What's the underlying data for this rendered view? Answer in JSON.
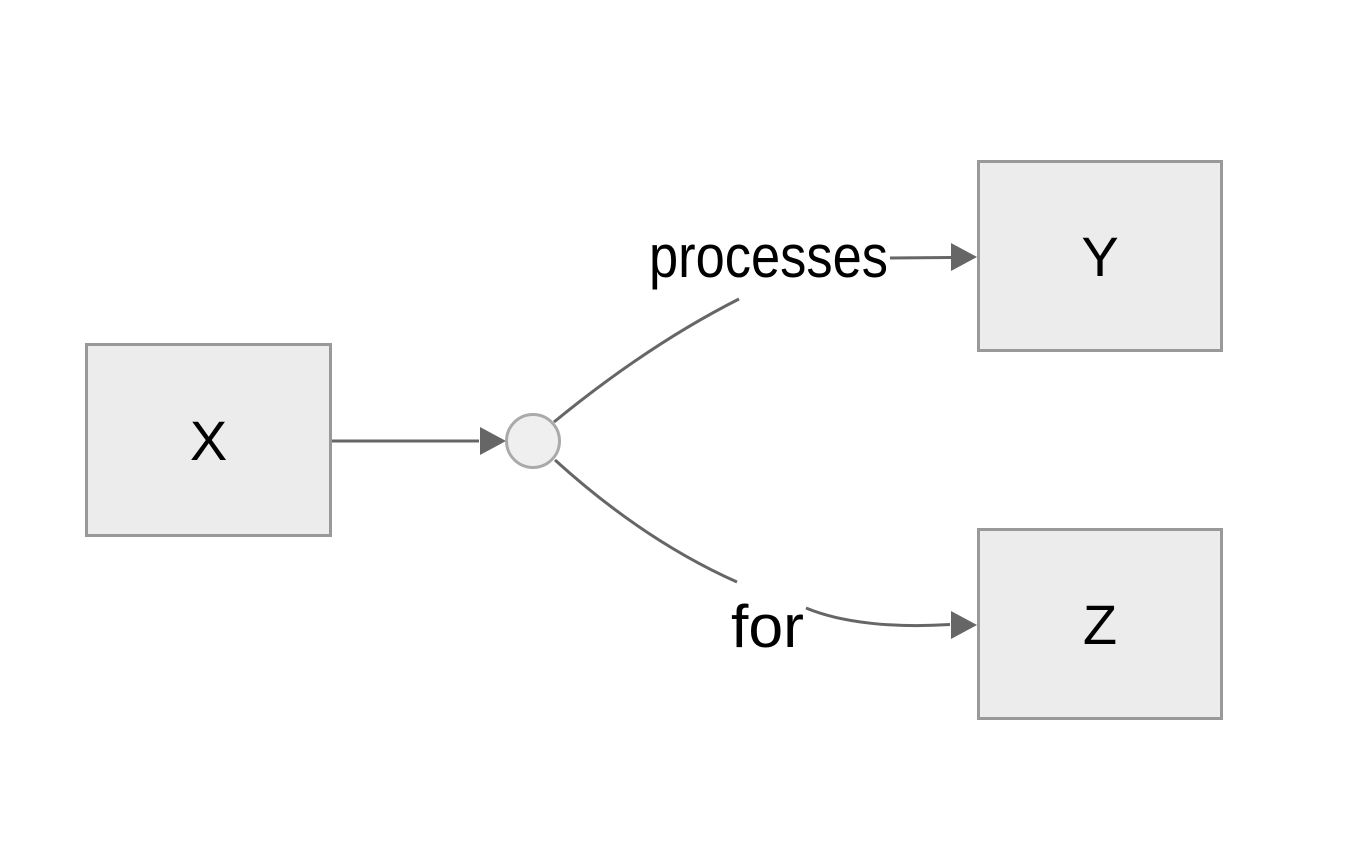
{
  "diagram": {
    "type": "flowchart",
    "nodes": [
      {
        "id": "X",
        "label": "X"
      },
      {
        "id": "Y",
        "label": "Y"
      },
      {
        "id": "Z",
        "label": "Z"
      }
    ],
    "junction": {
      "shape": "circle",
      "label": ""
    },
    "edges": [
      {
        "from": "X",
        "to": "junction",
        "label": ""
      },
      {
        "from": "junction",
        "to": "Y",
        "label": "processes"
      },
      {
        "from": "junction",
        "to": "Z",
        "label": "for"
      }
    ],
    "colors": {
      "background": "#ffffff",
      "node_fill": "#ececec",
      "node_border": "#999999",
      "junction_fill": "#efefef",
      "junction_border": "#aaaaaa",
      "line": "#666666",
      "text": "#000000"
    }
  }
}
